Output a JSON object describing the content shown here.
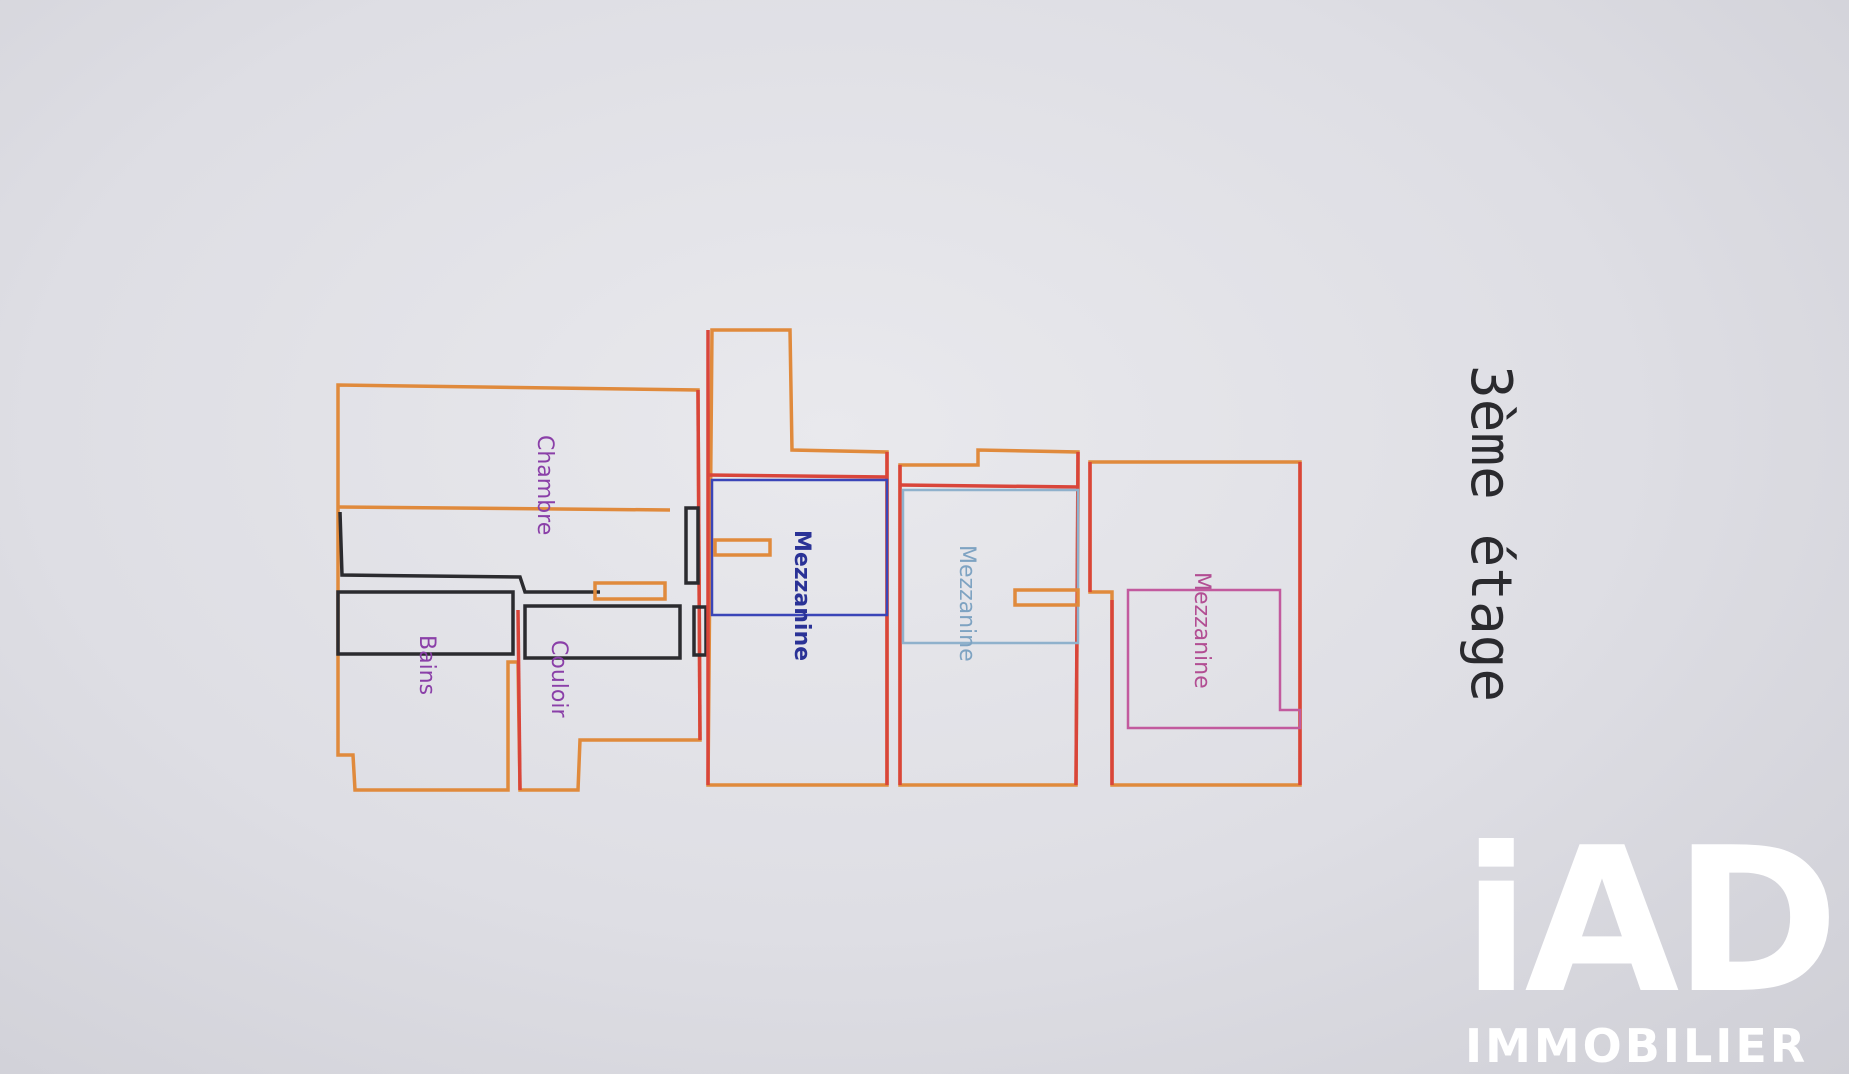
{
  "plan": {
    "floor_title": "3ème étage",
    "rooms": {
      "chambre": "Chambre",
      "bains": "Bains",
      "couloir": "Couloir",
      "mezzanine_1": "Mezzanine",
      "mezzanine_2": "Mezzanine",
      "mezzanine_3": "Mezzanine"
    }
  },
  "logo": {
    "main": "iAD",
    "sub": "IMMOBILIER"
  },
  "colors": {
    "wall_orange": "#e08a3c",
    "wall_red": "#d9453a",
    "wall_black": "#2b2b2f",
    "mezzanine_blue": "#3a45b8",
    "mezzanine_light_blue": "#8fb1cc",
    "mezzanine_pink": "#c25a9e",
    "label_purple": "#8a3fa8",
    "logo": "#ffffff"
  }
}
